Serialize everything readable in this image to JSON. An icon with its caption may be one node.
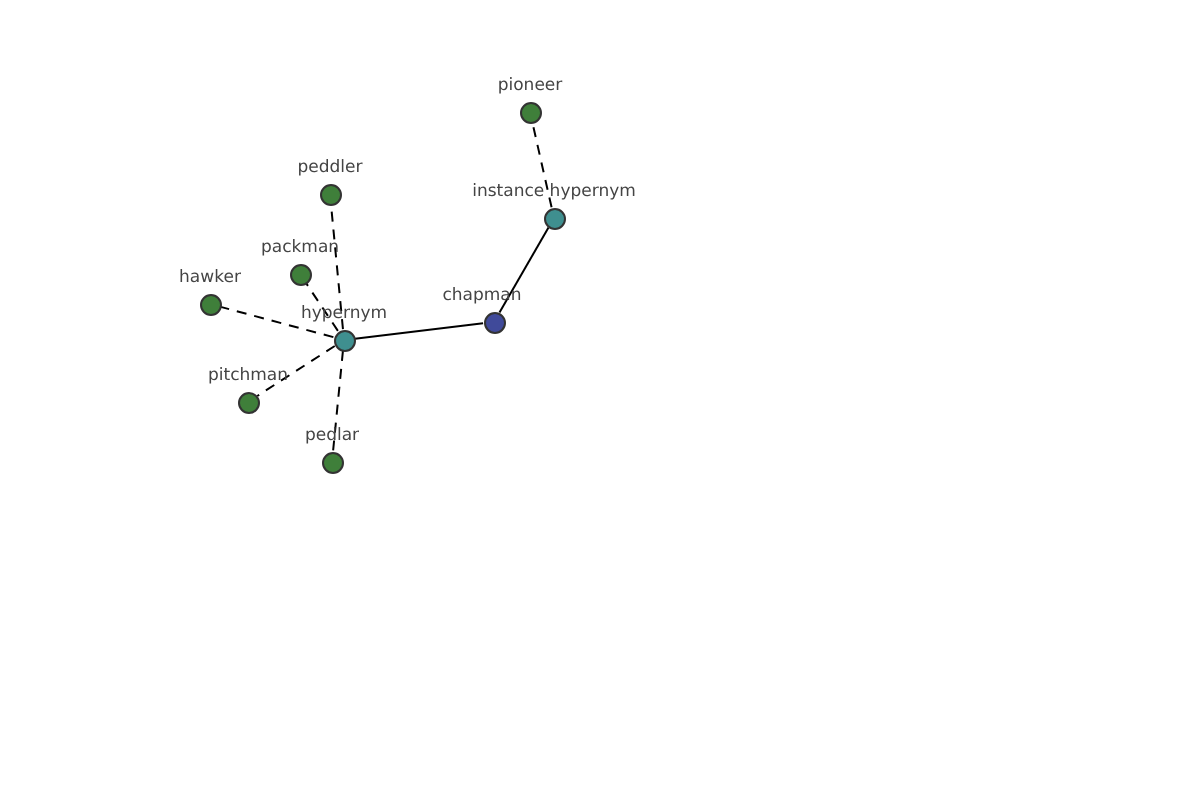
{
  "diagram": {
    "nodes": [
      {
        "text": [
          "pioneer"
        ]
      },
      {
        "text": [
          "peddler"
        ]
      },
      {
        "text": [
          "instance hypernym"
        ]
      },
      {
        "text": [
          "packman"
        ]
      },
      {
        "text": [
          "hawker"
        ]
      },
      {
        "text": [
          "chapman"
        ]
      },
      {
        "text": [
          "hypernym"
        ]
      },
      {
        "text": [
          "pitchman"
        ]
      },
      {
        "text": [
          "pedlar"
        ]
      }
    ],
    "edges": [
      {
        "from": 5,
        "to": 6,
        "arrow": "none"
      },
      {
        "from": 5,
        "to": 2,
        "arrow": "none"
      },
      {
        "from": 2,
        "to": 0,
        "arrow": "none",
        "style": "dashed"
      },
      {
        "from": 6,
        "to": 1,
        "arrow": "none",
        "style": "dashed"
      },
      {
        "from": 6,
        "to": 3,
        "arrow": "none",
        "style": "dashed"
      },
      {
        "from": 6,
        "to": 4,
        "arrow": "none",
        "style": "dashed"
      },
      {
        "from": 6,
        "to": 7,
        "arrow": "none",
        "style": "dashed"
      },
      {
        "from": 6,
        "to": 8,
        "arrow": "none",
        "style": "dashed"
      }
    ]
  }
}
